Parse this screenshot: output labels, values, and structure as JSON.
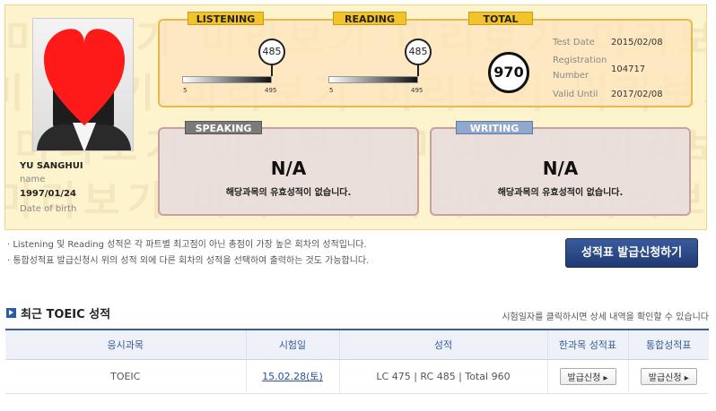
{
  "candidate": {
    "name": "YU SANGHUI",
    "name_label": "name",
    "dob": "1997/01/24",
    "dob_label": "Date of birth"
  },
  "listening": {
    "label": "LISTENING",
    "score": "485",
    "min": "5",
    "max": "495"
  },
  "reading": {
    "label": "READING",
    "score": "485",
    "min": "5",
    "max": "495"
  },
  "total": {
    "label": "TOTAL",
    "score": "970"
  },
  "meta": {
    "test_date_label": "Test Date",
    "test_date": "2015/02/08",
    "reg_label_1": "Registration",
    "reg_label_2": "Number",
    "reg_number": "104717",
    "valid_label": "Valid Until",
    "valid_until": "2017/02/08"
  },
  "speaking": {
    "label": "SPEAKING",
    "value": "N/A",
    "message": "해당과목의 유효성적이 없습니다."
  },
  "writing": {
    "label": "WRITING",
    "value": "N/A",
    "message": "해당과목의 유효성적이 없습니다."
  },
  "notes": [
    "· Listening 및 Reading 성적은 각 파트별 최고점이 아닌 총점이 가장 높은 회차의 성적입니다.",
    "· 통합성적표 발급신청시 위의 성적 외에 다른 회차의 성적을 선택하여 출력하는 것도 가능합니다."
  ],
  "issue_button": "성적표 발급신청하기",
  "section": {
    "title": "최근 TOEIC 성적",
    "note": "시험일자를 클릭하시면 상세 내역을 확인할 수 있습니다"
  },
  "table": {
    "headers": [
      "응시과목",
      "시험일",
      "성적",
      "한과목 성적표",
      "통합성적표"
    ],
    "rows": [
      {
        "subject": "TOEIC",
        "date": "15.02.28(토)",
        "score": "LC 475 | RC 485 | Total 960",
        "single_btn": "발급신청 ▸",
        "combined_btn": "발급신청 ▸"
      }
    ]
  },
  "colors": {
    "card_bg": "#fdf3cc",
    "accent_blue": "#3a5c9c",
    "tab_yellow": "#f2c32a"
  }
}
